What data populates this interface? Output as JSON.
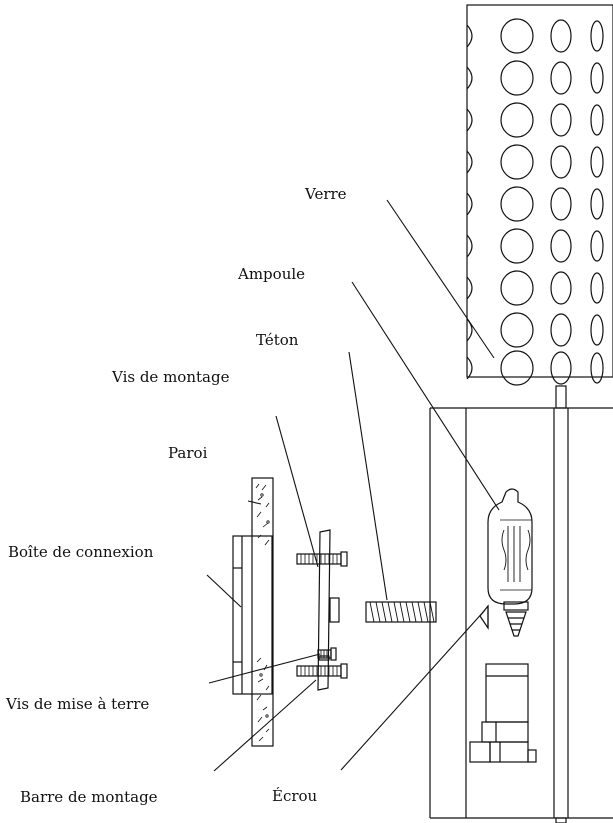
{
  "labels": {
    "verre": "Verre",
    "ampoule": "Ampoule",
    "teton": "Téton",
    "vis_montage": "Vis de montage",
    "paroi": "Paroi",
    "boite_connexion": "Boîte de connexion",
    "vis_terre": "Vis de mise à terre",
    "barre_montage": "Barre de montage",
    "ecrou": "Écrou"
  },
  "colors": {
    "stroke": "#111111",
    "background": "#ffffff"
  }
}
